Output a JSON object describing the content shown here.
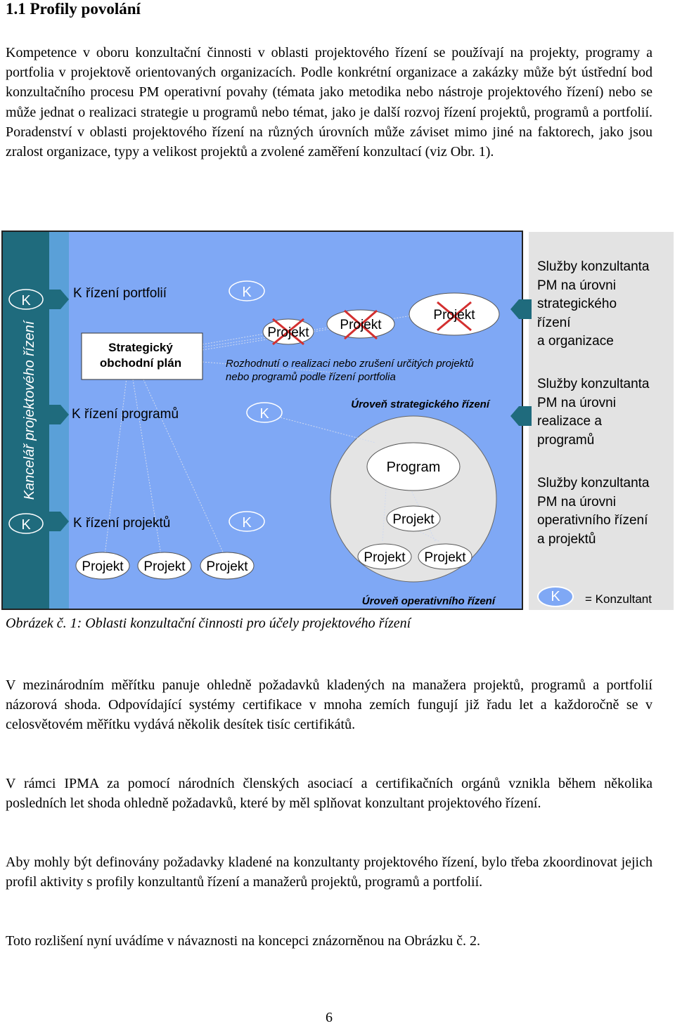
{
  "heading": "1.1 Profily povolání",
  "paragraphs": [
    "Kompetence v oboru konzultační činnosti v oblasti projektového řízení se používají na projekty, programy a portfolia v projektově orientovaných organizacích. Podle konkrétní organizace a zakázky může být ústřední bod konzultačního procesu PM operativní povahy (témata jako metodika nebo nástroje projektového řízení) nebo se může jednat o realizaci strategie u programů nebo témat, jako je další rozvoj řízení projektů, programů a portfolií. Poradenství v oblasti projektového řízení na různých úrovních může záviset mimo jiné na faktorech, jako jsou zralost organizace, typy a velikost projektů a zvolené zaměření konzultací (viz Obr. 1).",
    "V mezinárodním měřítku panuje ohledně požadavků kladených na manažera projektů, programů a portfolií názorová shoda. Odpovídající systémy certifikace v mnoha zemích fungují již řadu let a každoročně se v celosvětovém měřítku vydává několik desítek tisíc certifikátů.",
    "V rámci IPMA za pomocí národních členských asociací a certifikačních orgánů vznikla během několika posledních let shoda ohledně požadavků, které by měl splňovat konzultant projektového řízení.",
    "Aby mohly být definovány požadavky kladené na konzultanty projektového řízení, bylo třeba zkoordinovat jejich profil aktivity s profily konzultantů řízení a manažerů projektů, programů a portfolií.",
    "Toto rozlišení nyní uvádíme v návaznosti na koncepci znázorněnou na Obrázku č. 2."
  ],
  "figure": {
    "sidebar_label": "Kancelář projektového řízení",
    "k": "K",
    "portfolio_label": "K řízení portfolií",
    "program_label": "K řízení programů",
    "project_label": "K řízení projektů",
    "strategic_plan_line1": "Strategický",
    "strategic_plan_line2": "obchodní plán",
    "projekt": "Projekt",
    "decision_line1": "Rozhodnutí o realizaci nebo zrušení určitých projektů",
    "decision_line2": "nebo programů podle řízení portfolia",
    "strategic_level": "Úroveň strategického řízení",
    "operative_level": "Úroveň operativního řízení",
    "program": "Program",
    "services": [
      [
        "Služby konzultanta",
        "PM na úrovni",
        "strategického",
        "řízení",
        "a organizace"
      ],
      [
        "Služby konzultanta",
        "PM na úrovni",
        "realizace a",
        "programů"
      ],
      [
        "Služby konzultanta",
        "PM na úrovni",
        "operativního řízení",
        "a projektů"
      ]
    ],
    "legend_k": "K",
    "legend_text": "= Konzultant",
    "colors": {
      "background": "#7fa8f5",
      "sidebar": "#1f6b7d",
      "panel": "#e3e3e3",
      "cross": "#d32f2f"
    }
  },
  "caption": "Obrázek č. 1: Oblasti konzultační činnosti pro účely projektového řízení",
  "page_number": "6"
}
